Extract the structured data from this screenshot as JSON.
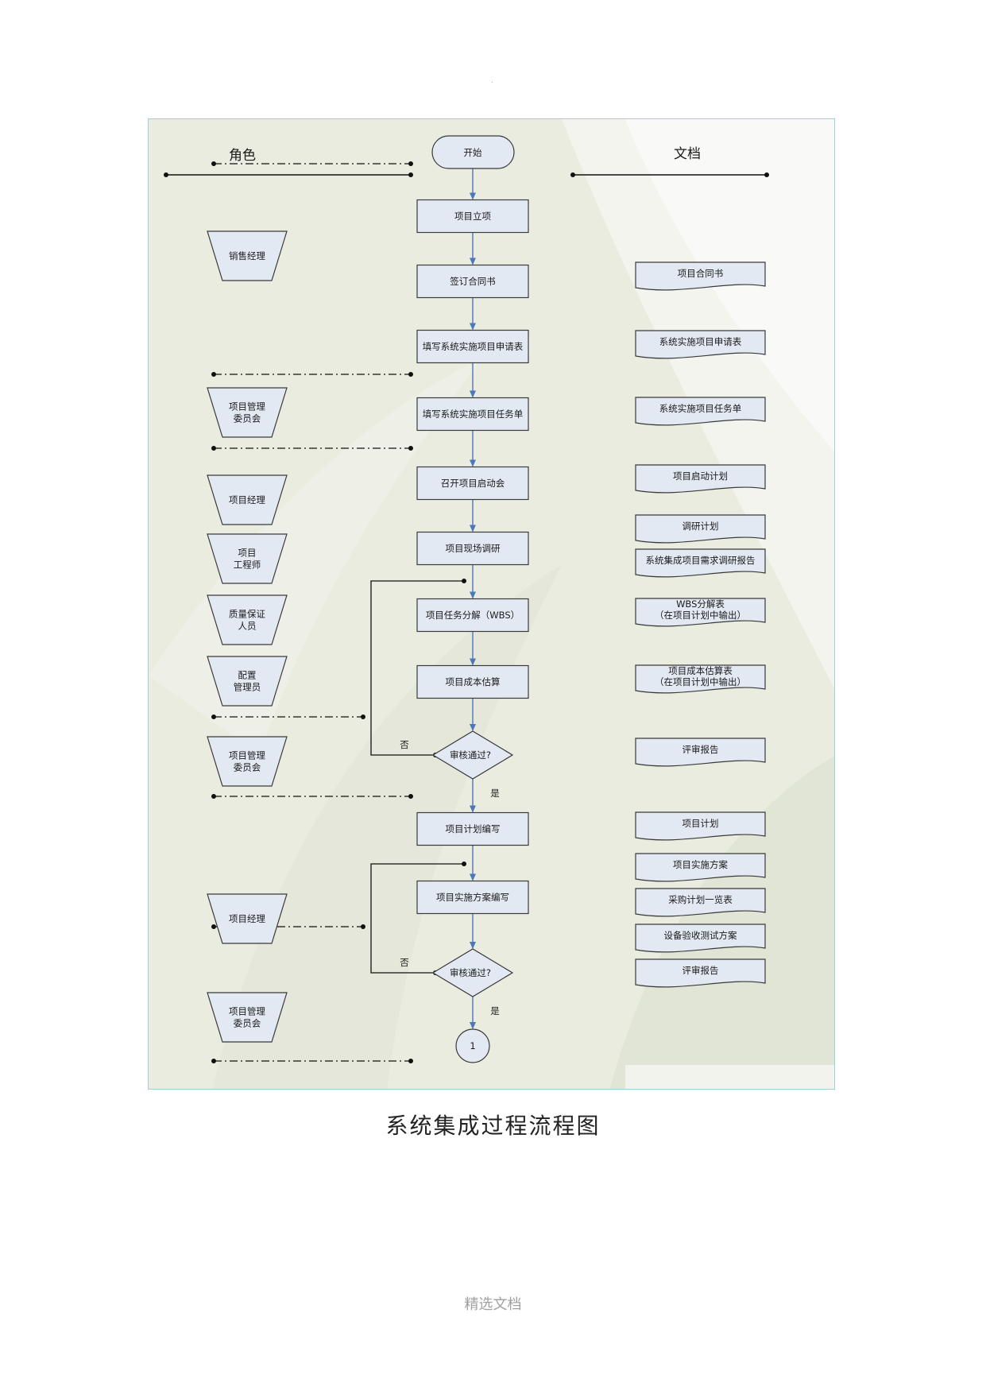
{
  "top_mark": ".",
  "headers": {
    "roles": "角色",
    "documents": "文档"
  },
  "process": {
    "start": "开始",
    "steps": [
      "项目立项",
      "签订合同书",
      "填写系统实施项目申请表",
      "填写系统实施项目任务单",
      "召开项目启动会",
      "项目现场调研",
      "项目任务分解（WBS）",
      "项目成本估算",
      "项目计划编写",
      "项目实施方案编写"
    ],
    "decisions": [
      "审核通过?",
      "审核通过?"
    ],
    "yes_label": "是",
    "no_label": "否",
    "connector": "1"
  },
  "roles": [
    [
      "销售经理"
    ],
    [
      "项目管理",
      "委员会"
    ],
    [
      "项目经理"
    ],
    [
      "项目",
      "工程师"
    ],
    [
      "质量保证",
      "人员"
    ],
    [
      "配置",
      "管理员"
    ],
    [
      "项目管理",
      "委员会"
    ],
    [
      "项目经理"
    ],
    [
      "项目管理",
      "委员会"
    ]
  ],
  "documents": [
    [
      "项目合同书"
    ],
    [
      "系统实施项目申请表"
    ],
    [
      "系统实施项目任务单"
    ],
    [
      "项目启动计划"
    ],
    [
      "调研计划"
    ],
    [
      "系统集成项目需求调研报告"
    ],
    [
      "WBS分解表",
      "（在项目计划中输出）"
    ],
    [
      "项目成本估算表",
      "（在项目计划中输出）"
    ],
    [
      "评审报告"
    ],
    [
      "项目计划"
    ],
    [
      "项目实施方案"
    ],
    [
      "采购计划一览表"
    ],
    [
      "设备验收测试方案"
    ],
    [
      "评审报告"
    ]
  ],
  "caption": "系统集成过程流程图",
  "footer": "精选文档",
  "colors": {
    "node_fill": "#e3e9f3",
    "node_stroke": "#3a3a3a",
    "arrow": "#4a78b8",
    "frame_border": "#9fd3d9",
    "background": "#e9ecdf"
  }
}
